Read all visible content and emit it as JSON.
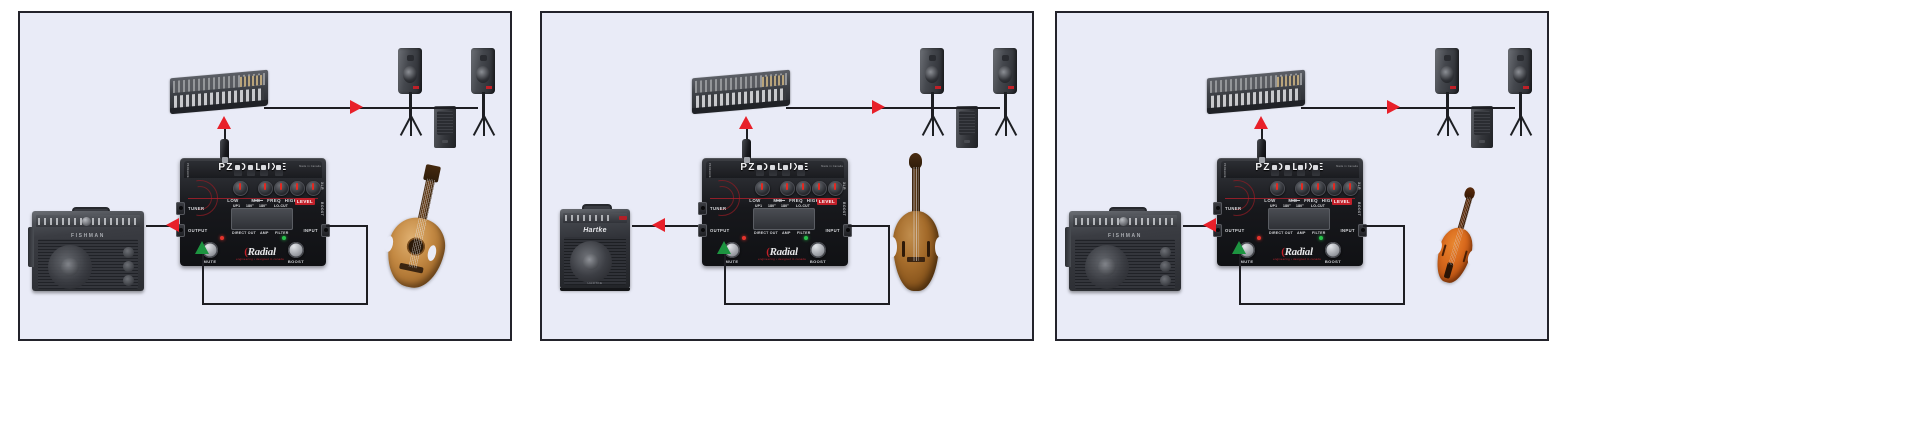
{
  "meta": {
    "background": "#ffffff",
    "panel_background": "#e9ebf7",
    "panel_border": "#23232b",
    "wire_color": "#1d1d22",
    "arrow_out_color": "#e8202a",
    "arrow_in_color": "#1d9440"
  },
  "pedal": {
    "brand_title": "PZ-DELUXE",
    "made_in": "Made in Canada",
    "serial_side": "PZ-DELUXE",
    "knobs": [
      {
        "label": "LOW"
      },
      {
        "label": "MID"
      },
      {
        "label": "FREQ"
      },
      {
        "label": "HIGH"
      },
      {
        "label": "LEVEL",
        "accent": "#c2202a"
      }
    ],
    "switches_top": [
      "UP1",
      "180°",
      "180°",
      "LO-CUT"
    ],
    "switches_bottom": [
      "DIRECT OUT",
      "AMP",
      "FILTER"
    ],
    "jacks": {
      "tuner": "TUNER",
      "output": "OUTPUT",
      "input": "INPUT"
    },
    "side_labels": {
      "boost": "BOOST",
      "xlr": "XLR"
    },
    "footswitches": [
      {
        "label": "MUTE",
        "led": "red"
      },
      {
        "label": "BOOST",
        "led": "green"
      }
    ],
    "logo": "Radial",
    "logo_tagline": "engineering  •  designed in canada"
  },
  "panels": [
    {
      "id": "panel-acoustic-guitar",
      "instrument": "acoustic-guitar",
      "amp": {
        "type": "fishman-acoustic-combo",
        "brand": "FISHMAN"
      },
      "mixer": "live-mixing-console",
      "pa_speakers": 2,
      "monitor_box": 1
    },
    {
      "id": "panel-upright-bass",
      "instrument": "upright-bass",
      "amp": {
        "type": "hartke-bass-combo",
        "brand": "Hartke",
        "model_tag": "HARTKE"
      },
      "mixer": "live-mixing-console",
      "pa_speakers": 2,
      "monitor_box": 1
    },
    {
      "id": "panel-violin",
      "instrument": "violin",
      "amp": {
        "type": "fishman-acoustic-combo",
        "brand": "FISHMAN"
      },
      "mixer": "live-mixing-console",
      "pa_speakers": 2,
      "monitor_box": 1
    }
  ]
}
